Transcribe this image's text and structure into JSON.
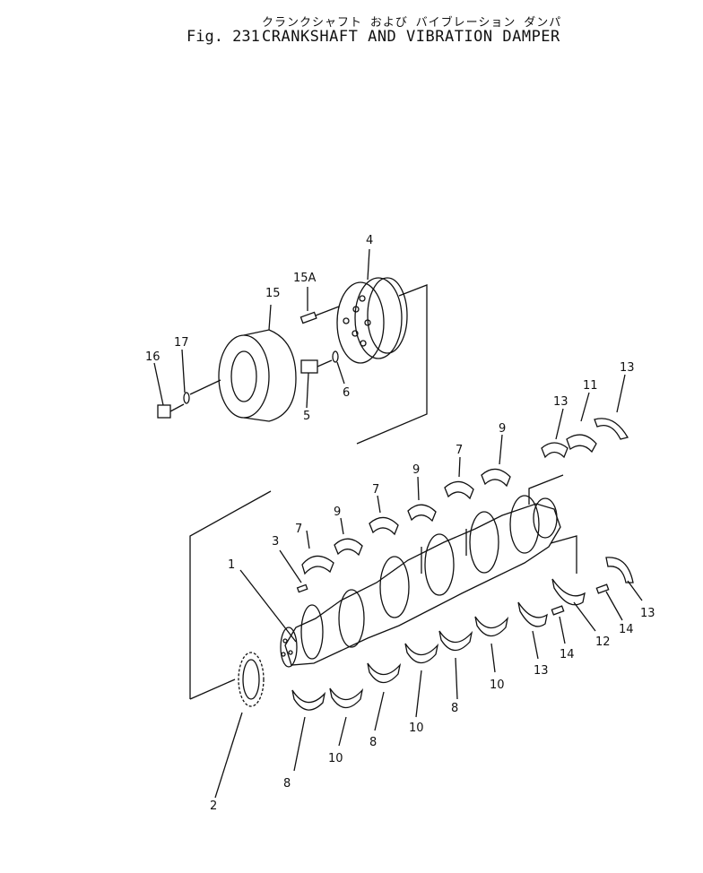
{
  "header": {
    "japanese_title": "クランクシャフト および バイブレーション ダンパ",
    "fig_number": "Fig. 231",
    "title": "CRANKSHAFT AND VIBRATION DAMPER"
  },
  "callouts": {
    "c1": "1",
    "c2": "2",
    "c3": "3",
    "c4": "4",
    "c5": "5",
    "c6": "6",
    "c7": "7",
    "c8": "8",
    "c9": "9",
    "c10": "10",
    "c11": "11",
    "c12": "12",
    "c13": "13",
    "c14": "14",
    "c15": "15",
    "c15a": "15A",
    "c16": "16",
    "c17": "17"
  }
}
